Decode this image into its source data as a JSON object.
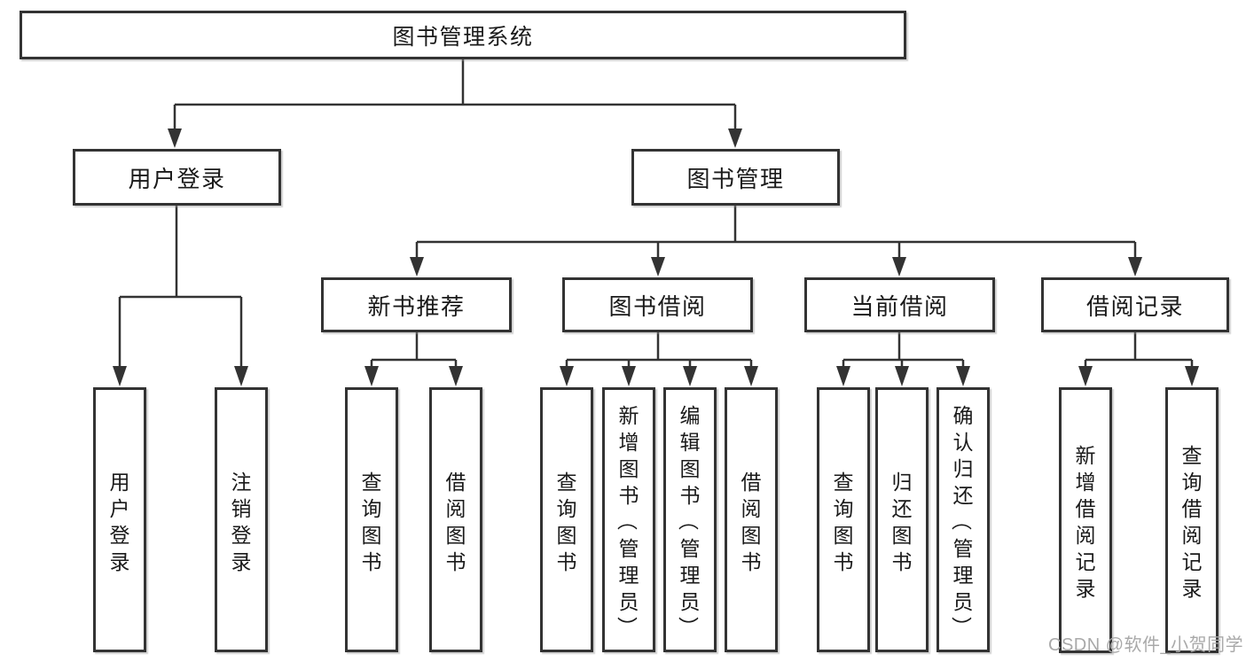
{
  "diagram": {
    "root": {
      "label": "图书管理系统"
    },
    "level2": [
      {
        "label": "用户登录"
      },
      {
        "label": "图书管理"
      }
    ],
    "level3": [
      {
        "label": "新书推荐"
      },
      {
        "label": "图书借阅"
      },
      {
        "label": "当前借阅"
      },
      {
        "label": "借阅记录"
      }
    ],
    "leaves": {
      "user_login": [
        "用户登录",
        "注销登录"
      ],
      "new_books": [
        "查询图书",
        "借阅图书"
      ],
      "book_borrow": [
        "查询图书",
        "新增图书（管理员）",
        "编辑图书（管理员）",
        "借阅图书"
      ],
      "current_borrow": [
        "查询图书",
        "归还图书",
        "确认归还（管理员）"
      ],
      "borrow_records": [
        "新增借阅记录",
        "查询借阅记录"
      ]
    }
  },
  "watermark": {
    "text": "CSDN @软件_小贺同学"
  },
  "colors": {
    "line": "#333333",
    "text": "#1a1a1a",
    "watermark": "#a9a9a9",
    "background": "#ffffff"
  }
}
